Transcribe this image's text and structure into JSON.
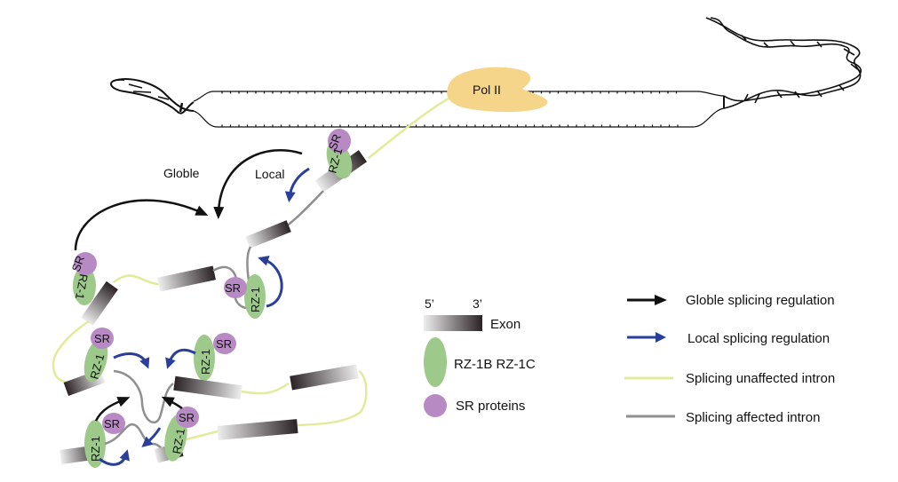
{
  "colors": {
    "pol": "#f5d58a",
    "rz": "#9dc98a",
    "sr": "#b78ac4",
    "global_arrow": "#111111",
    "local_arrow": "#2a3f9a",
    "unaffected_intron": "#e3eb9a",
    "affected_intron": "#8f8f8f",
    "exon_dark": "#2a2224",
    "exon_light": "#eeeeee"
  },
  "diagram": {
    "pol_label": "Pol II",
    "global_label": "Globle",
    "local_label": "Local",
    "rz_label": "RZ-1",
    "sr_label": "SR"
  },
  "legend": {
    "exon": {
      "five_prime": "5’",
      "three_prime": "3’",
      "label": "Exon"
    },
    "rz": {
      "label": "RZ-1B RZ-1C"
    },
    "sr": {
      "label": "SR proteins"
    },
    "global_arrow": {
      "label": "Globle splicing regulation"
    },
    "local_arrow": {
      "label": "Local splicing regulation"
    },
    "unaffected_intron": {
      "label": "Splicing unaffected intron"
    },
    "affected_intron": {
      "label": "Splicing affected intron"
    }
  }
}
